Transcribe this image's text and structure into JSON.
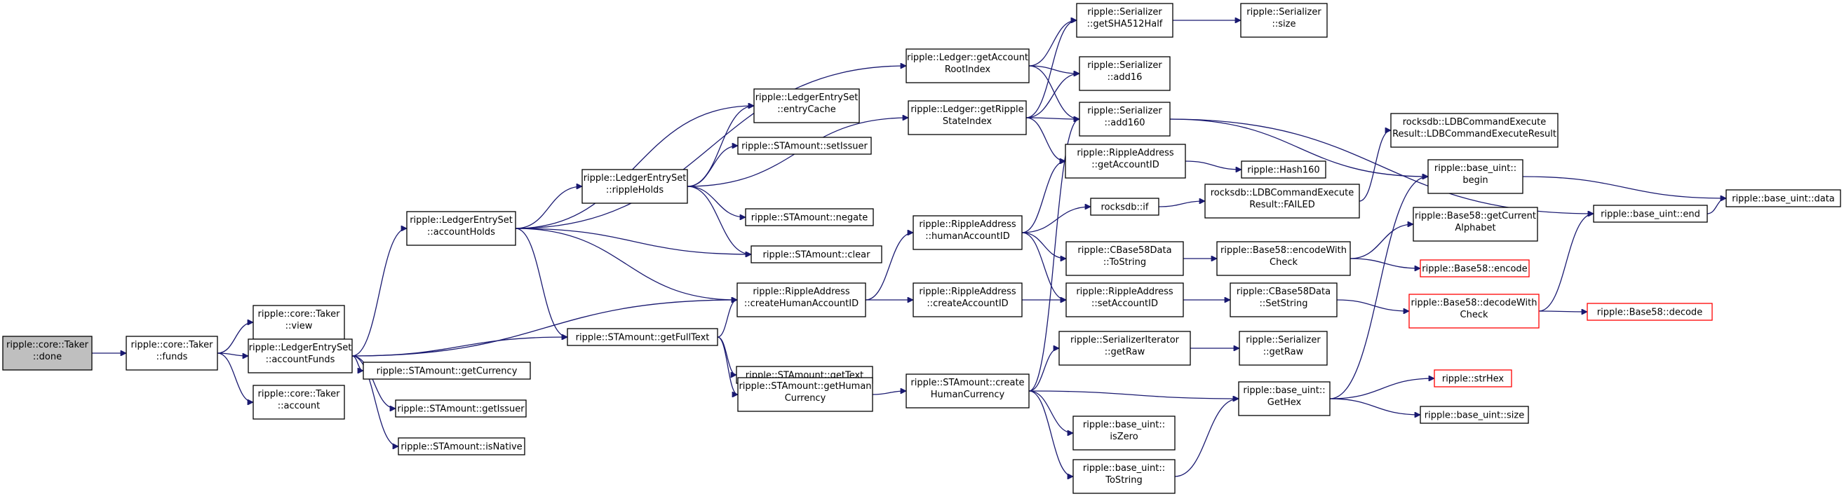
{
  "diagram": {
    "root_color": "#bfbfbf",
    "edge_color": "#191970",
    "truncated_border_color": "#ff0000",
    "nodes": [
      {
        "id": "done",
        "lines": [
          "ripple::core::Taker",
          "::done"
        ],
        "root": true
      },
      {
        "id": "funds",
        "lines": [
          "ripple::core::Taker",
          "::funds"
        ]
      },
      {
        "id": "view",
        "lines": [
          "ripple::core::Taker",
          "::view"
        ]
      },
      {
        "id": "accountFunds",
        "lines": [
          "ripple::LedgerEntrySet",
          "::accountFunds"
        ]
      },
      {
        "id": "account",
        "lines": [
          "ripple::core::Taker",
          "::account"
        ]
      },
      {
        "id": "accountHolds",
        "lines": [
          "ripple::LedgerEntrySet",
          "::accountHolds"
        ]
      },
      {
        "id": "getCurrency",
        "lines": [
          "ripple::STAmount::getCurrency"
        ]
      },
      {
        "id": "getIssuer",
        "lines": [
          "ripple::STAmount::getIssuer"
        ]
      },
      {
        "id": "isNative",
        "lines": [
          "ripple::STAmount::isNative"
        ]
      },
      {
        "id": "rippleHolds",
        "lines": [
          "ripple::LedgerEntrySet",
          "::rippleHolds"
        ]
      },
      {
        "id": "createHumanAccountID",
        "lines": [
          "ripple::RippleAddress",
          "::createHumanAccountID"
        ]
      },
      {
        "id": "getFullText",
        "lines": [
          "ripple::STAmount::getFullText"
        ]
      },
      {
        "id": "clear",
        "lines": [
          "ripple::STAmount::clear"
        ]
      },
      {
        "id": "getAccountRootIndex",
        "lines": [
          "ripple::Ledger::getAccount",
          "RootIndex"
        ]
      },
      {
        "id": "entryCache",
        "lines": [
          "ripple::LedgerEntrySet",
          "::entryCache"
        ]
      },
      {
        "id": "setIssuer",
        "lines": [
          "ripple::STAmount::setIssuer"
        ]
      },
      {
        "id": "negate",
        "lines": [
          "ripple::STAmount::negate"
        ]
      },
      {
        "id": "getRippleStateIndex",
        "lines": [
          "ripple::Ledger::getRipple",
          "StateIndex"
        ]
      },
      {
        "id": "getText",
        "lines": [
          "ripple::STAmount::getText"
        ]
      },
      {
        "id": "getHumanCurrency",
        "lines": [
          "ripple::STAmount::getHuman",
          "Currency"
        ]
      },
      {
        "id": "humanAccountID",
        "lines": [
          "ripple::RippleAddress",
          "::humanAccountID"
        ]
      },
      {
        "id": "createAccountID",
        "lines": [
          "ripple::RippleAddress",
          "::createAccountID"
        ]
      },
      {
        "id": "createHumanCurrency",
        "lines": [
          "ripple::STAmount::create",
          "HumanCurrency"
        ]
      },
      {
        "id": "getSHA512Half",
        "lines": [
          "ripple::Serializer",
          "::getSHA512Half"
        ]
      },
      {
        "id": "add16",
        "lines": [
          "ripple::Serializer",
          "::add16"
        ]
      },
      {
        "id": "add160",
        "lines": [
          "ripple::Serializer",
          "::add160"
        ]
      },
      {
        "id": "getAccountID",
        "lines": [
          "ripple::RippleAddress",
          "::getAccountID"
        ]
      },
      {
        "id": "rocksdbIf",
        "lines": [
          "rocksdb::if"
        ]
      },
      {
        "id": "CBase58ToString",
        "lines": [
          "ripple::CBase58Data",
          "::ToString"
        ]
      },
      {
        "id": "setAccountID",
        "lines": [
          "ripple::RippleAddress",
          "::setAccountID"
        ]
      },
      {
        "id": "SerIterGetRaw",
        "lines": [
          "ripple::SerializerIterator",
          "::getRaw"
        ]
      },
      {
        "id": "isZero",
        "lines": [
          "ripple::base_uint::",
          "isZero"
        ]
      },
      {
        "id": "buToString",
        "lines": [
          "ripple::base_uint::",
          "ToString"
        ]
      },
      {
        "id": "SerSize",
        "lines": [
          "ripple::Serializer",
          "::size"
        ]
      },
      {
        "id": "Hash160",
        "lines": [
          "ripple::Hash160"
        ]
      },
      {
        "id": "FAILED",
        "lines": [
          "rocksdb::LDBCommandExecute",
          "Result::FAILED"
        ]
      },
      {
        "id": "encodeWithCheck",
        "lines": [
          "ripple::Base58::encodeWith",
          "Check"
        ]
      },
      {
        "id": "SetString",
        "lines": [
          "ripple::CBase58Data",
          "::SetString"
        ]
      },
      {
        "id": "SerGetRaw",
        "lines": [
          "ripple::Serializer",
          "::getRaw"
        ]
      },
      {
        "id": "GetHex",
        "lines": [
          "ripple::base_uint::",
          "GetHex"
        ]
      },
      {
        "id": "LDBResult",
        "lines": [
          "rocksdb::LDBCommandExecute",
          "Result::LDBCommandExecuteResult"
        ]
      },
      {
        "id": "begin",
        "lines": [
          "ripple::base_uint::",
          "begin"
        ]
      },
      {
        "id": "getCurrentAlphabet",
        "lines": [
          "ripple::Base58::getCurrent",
          "Alphabet"
        ]
      },
      {
        "id": "encode",
        "lines": [
          "ripple::Base58::encode"
        ],
        "red": true
      },
      {
        "id": "decodeWithCheck",
        "lines": [
          "ripple::Base58::decodeWith",
          "Check"
        ],
        "red": true
      },
      {
        "id": "strHex",
        "lines": [
          "ripple::strHex"
        ],
        "red": true
      },
      {
        "id": "buSize",
        "lines": [
          "ripple::base_uint::size"
        ]
      },
      {
        "id": "buEnd",
        "lines": [
          "ripple::base_uint::end"
        ]
      },
      {
        "id": "decode",
        "lines": [
          "ripple::Base58::decode"
        ],
        "red": true
      },
      {
        "id": "buData",
        "lines": [
          "ripple::base_uint::data"
        ]
      }
    ],
    "edges": [
      [
        "done",
        "funds"
      ],
      [
        "funds",
        "view"
      ],
      [
        "funds",
        "accountFunds"
      ],
      [
        "funds",
        "account"
      ],
      [
        "accountFunds",
        "accountHolds"
      ],
      [
        "accountFunds",
        "createHumanAccountID"
      ],
      [
        "accountFunds",
        "getFullText"
      ],
      [
        "accountFunds",
        "getCurrency"
      ],
      [
        "accountFunds",
        "getIssuer"
      ],
      [
        "accountFunds",
        "isNative"
      ],
      [
        "accountHolds",
        "getAccountRootIndex"
      ],
      [
        "accountHolds",
        "entryCache"
      ],
      [
        "accountHolds",
        "rippleHolds"
      ],
      [
        "accountHolds",
        "clear"
      ],
      [
        "accountHolds",
        "createHumanAccountID"
      ],
      [
        "accountHolds",
        "getFullText"
      ],
      [
        "rippleHolds",
        "entryCache"
      ],
      [
        "rippleHolds",
        "setIssuer"
      ],
      [
        "rippleHolds",
        "getRippleStateIndex"
      ],
      [
        "rippleHolds",
        "negate"
      ],
      [
        "rippleHolds",
        "clear"
      ],
      [
        "getFullText",
        "createHumanAccountID"
      ],
      [
        "getFullText",
        "getText"
      ],
      [
        "getFullText",
        "getHumanCurrency"
      ],
      [
        "createHumanAccountID",
        "humanAccountID"
      ],
      [
        "createHumanAccountID",
        "createAccountID"
      ],
      [
        "getHumanCurrency",
        "createHumanCurrency"
      ],
      [
        "getAccountRootIndex",
        "getSHA512Half"
      ],
      [
        "getAccountRootIndex",
        "add16"
      ],
      [
        "getAccountRootIndex",
        "add160"
      ],
      [
        "getRippleStateIndex",
        "getSHA512Half"
      ],
      [
        "getRippleStateIndex",
        "add16"
      ],
      [
        "getRippleStateIndex",
        "add160"
      ],
      [
        "getRippleStateIndex",
        "getAccountID"
      ],
      [
        "humanAccountID",
        "getAccountID"
      ],
      [
        "humanAccountID",
        "rocksdbIf"
      ],
      [
        "humanAccountID",
        "CBase58ToString"
      ],
      [
        "humanAccountID",
        "setAccountID"
      ],
      [
        "createAccountID",
        "setAccountID"
      ],
      [
        "createHumanCurrency",
        "add160"
      ],
      [
        "createHumanCurrency",
        "SerIterGetRaw"
      ],
      [
        "createHumanCurrency",
        "GetHex"
      ],
      [
        "createHumanCurrency",
        "isZero"
      ],
      [
        "createHumanCurrency",
        "buToString"
      ],
      [
        "getSHA512Half",
        "SerSize"
      ],
      [
        "add160",
        "buEnd"
      ],
      [
        "add160",
        "begin"
      ],
      [
        "getAccountID",
        "Hash160"
      ],
      [
        "rocksdbIf",
        "FAILED"
      ],
      [
        "CBase58ToString",
        "encodeWithCheck"
      ],
      [
        "setAccountID",
        "SetString"
      ],
      [
        "SerIterGetRaw",
        "SerGetRaw"
      ],
      [
        "buToString",
        "GetHex"
      ],
      [
        "FAILED",
        "LDBResult"
      ],
      [
        "encodeWithCheck",
        "getCurrentAlphabet"
      ],
      [
        "encodeWithCheck",
        "encode"
      ],
      [
        "SetString",
        "decodeWithCheck"
      ],
      [
        "GetHex",
        "begin"
      ],
      [
        "GetHex",
        "strHex"
      ],
      [
        "GetHex",
        "buSize"
      ],
      [
        "begin",
        "buData"
      ],
      [
        "decodeWithCheck",
        "buEnd"
      ],
      [
        "decodeWithCheck",
        "decode"
      ],
      [
        "buEnd",
        "buData"
      ]
    ]
  }
}
